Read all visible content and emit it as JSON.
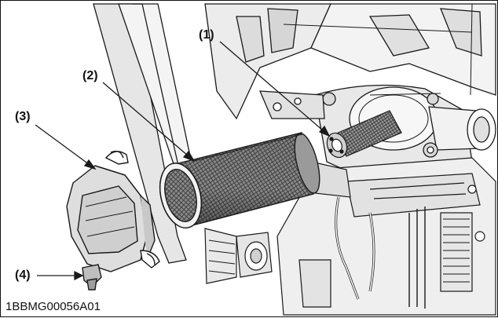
{
  "figure": {
    "code": "1BBMG00056A01"
  },
  "callouts": [
    {
      "id": "1",
      "label": "(1)"
    },
    {
      "id": "2",
      "label": "(2)"
    },
    {
      "id": "3",
      "label": "(3)"
    },
    {
      "id": "4",
      "label": "(4)"
    }
  ],
  "colors": {
    "line": "#1a1a1a",
    "panel": "#e3e3e3",
    "shade": "#bdbdbd",
    "mesh": "#5a5a5a"
  }
}
